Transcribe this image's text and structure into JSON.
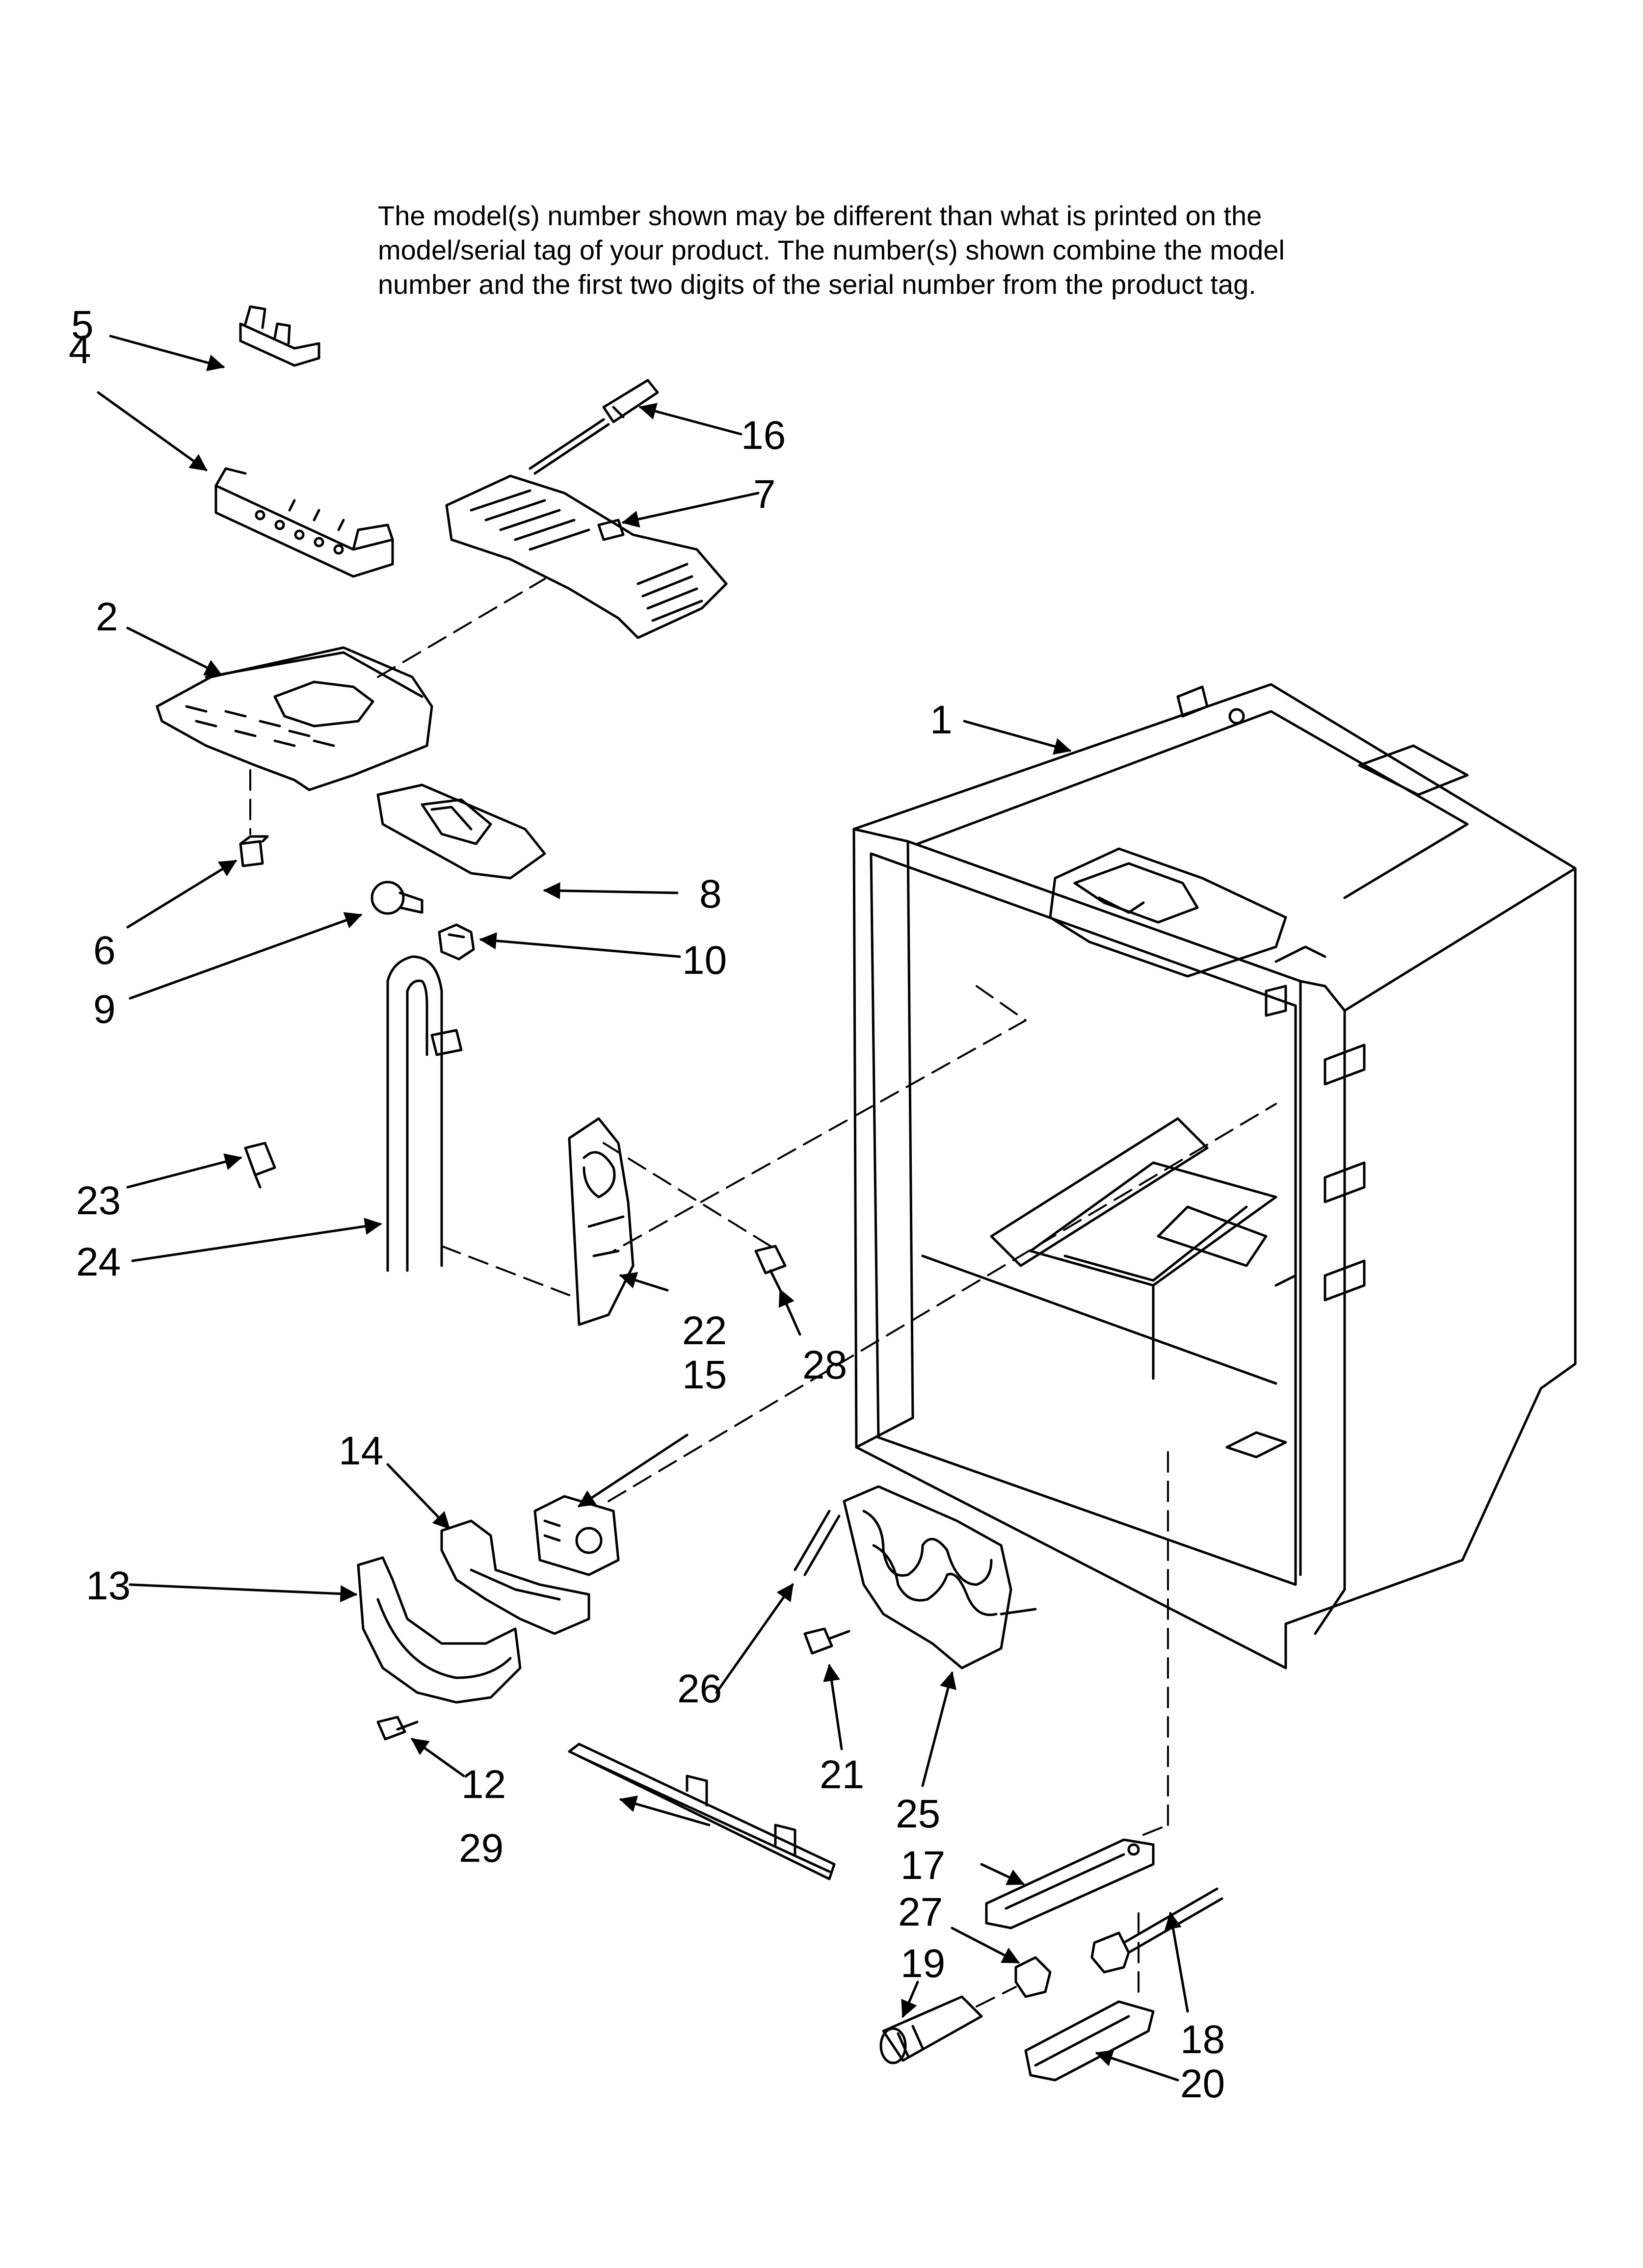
{
  "notice": {
    "lines": [
      "The model(s) number shown may be different than what is printed on the",
      "model/serial tag of your product. The number(s) shown combine the model",
      "number and the first two digits of the serial number from the product tag."
    ]
  },
  "callouts": {
    "c1": "1",
    "c2": "2",
    "c4": "4",
    "c5": "5",
    "c6": "6",
    "c7": "7",
    "c8": "8",
    "c9": "9",
    "c10": "10",
    "c12": "12",
    "c13": "13",
    "c14": "14",
    "c15": "15",
    "c16": "16",
    "c17": "17",
    "c18": "18",
    "c19": "19",
    "c20": "20",
    "c21": "21",
    "c22": "22",
    "c23": "23",
    "c24": "24",
    "c25": "25",
    "c26": "26",
    "c27": "27",
    "c28": "28",
    "c29": "29"
  },
  "colors": {
    "ink": "#000000",
    "paper": "#ffffff",
    "shade": "#cfcfcf"
  }
}
